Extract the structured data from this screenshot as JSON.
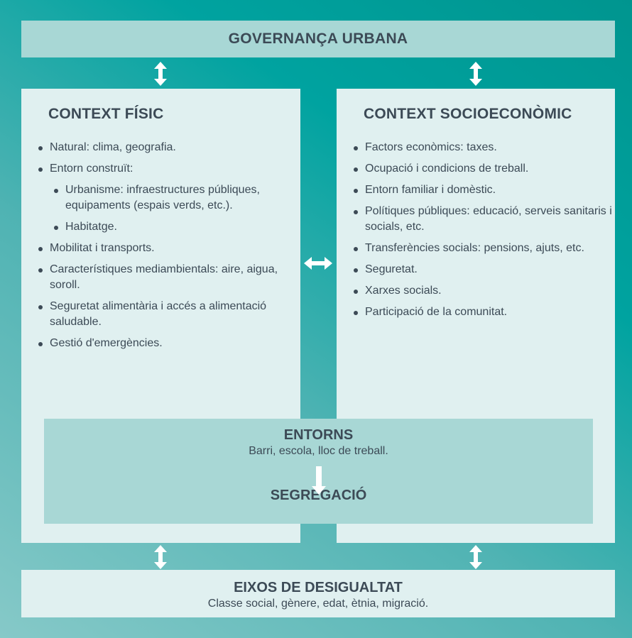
{
  "governance": {
    "title": "GOVERNANÇA URBANA"
  },
  "physical": {
    "title": "CONTEXT FÍSIC",
    "items": [
      "Natural: clima, geografia.",
      "Entorn construït:",
      "Urbanisme: infraestructures públiques, equipaments (espais verds, etc.).",
      "Habitatge.",
      "Mobilitat i transports.",
      "Característiques mediambientals: aire, aigua, soroll.",
      "Seguretat alimentària i accés a alimentació saludable.",
      "Gestió d'emergències."
    ]
  },
  "socioeconomic": {
    "title": "CONTEXT SOCIOECONÒMIC",
    "items": [
      "Factors econòmics: taxes.",
      "Ocupació i condicions de treball.",
      "Entorn familiar i domèstic.",
      "Polítiques públiques: educació, serveis sanitaris i socials, etc.",
      "Transferències socials: pensions, ajuts, etc.",
      "Seguretat.",
      "Xarxes socials.",
      "Participació de la comunitat."
    ]
  },
  "environments": {
    "title": "ENTORNS",
    "subtitle": "Barri, escola, lloc de treball.",
    "result": "SEGREGACIÓ"
  },
  "inequality": {
    "title": "EIXOS DE DESIGUALTAT",
    "subtitle": "Classe social, gènere, edat, ètnia, migració."
  }
}
